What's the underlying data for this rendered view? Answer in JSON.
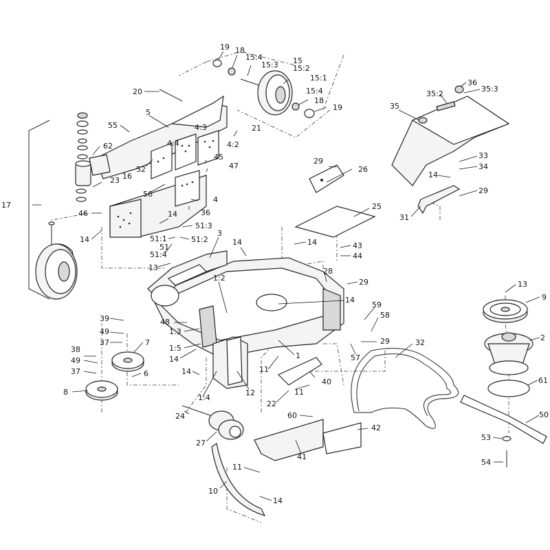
{
  "callouts": [
    {
      "id": "c19a",
      "text": "19"
    },
    {
      "id": "c18a",
      "text": "18"
    },
    {
      "id": "c15_4a",
      "text": "15:4"
    },
    {
      "id": "c15_3",
      "text": "15:3"
    },
    {
      "id": "c15",
      "text": "15"
    },
    {
      "id": "c15_2",
      "text": "15:2"
    },
    {
      "id": "c15_1",
      "text": "15:1"
    },
    {
      "id": "c15_4b",
      "text": "15:4"
    },
    {
      "id": "c18b",
      "text": "18"
    },
    {
      "id": "c19b",
      "text": "19"
    },
    {
      "id": "c20",
      "text": "20"
    },
    {
      "id": "c5",
      "text": "5"
    },
    {
      "id": "c55",
      "text": "55"
    },
    {
      "id": "c62",
      "text": "62"
    },
    {
      "id": "c4_4",
      "text": "4:4"
    },
    {
      "id": "c4_3",
      "text": "4:3"
    },
    {
      "id": "c4_2",
      "text": "4:2"
    },
    {
      "id": "c21",
      "text": "21"
    },
    {
      "id": "c52",
      "text": "52"
    },
    {
      "id": "c45",
      "text": "45"
    },
    {
      "id": "c47",
      "text": "47"
    },
    {
      "id": "c23",
      "text": "23"
    },
    {
      "id": "c16",
      "text": "16"
    },
    {
      "id": "c56",
      "text": "56"
    },
    {
      "id": "c4",
      "text": "4"
    },
    {
      "id": "c36a",
      "text": "36"
    },
    {
      "id": "c17",
      "text": "17"
    },
    {
      "id": "c46",
      "text": "46"
    },
    {
      "id": "c14a",
      "text": "14"
    },
    {
      "id": "c14b",
      "text": "14"
    },
    {
      "id": "c51_3",
      "text": "51:3"
    },
    {
      "id": "c51_1",
      "text": "51:1"
    },
    {
      "id": "c51_2",
      "text": "51:2"
    },
    {
      "id": "c51",
      "text": "51"
    },
    {
      "id": "c51_4",
      "text": "51:4"
    },
    {
      "id": "c3",
      "text": "3"
    },
    {
      "id": "c14c",
      "text": "14"
    },
    {
      "id": "c14d",
      "text": "14"
    },
    {
      "id": "c13a",
      "text": "13"
    },
    {
      "id": "c1_2",
      "text": "1:2"
    },
    {
      "id": "c29a",
      "text": "29"
    },
    {
      "id": "c26",
      "text": "26"
    },
    {
      "id": "c25",
      "text": "25"
    },
    {
      "id": "c43",
      "text": "43"
    },
    {
      "id": "c44",
      "text": "44"
    },
    {
      "id": "c28",
      "text": "28"
    },
    {
      "id": "c29b",
      "text": "29"
    },
    {
      "id": "c14e",
      "text": "14"
    },
    {
      "id": "c35",
      "text": "35"
    },
    {
      "id": "c35_2",
      "text": "35:2"
    },
    {
      "id": "c36b",
      "text": "36"
    },
    {
      "id": "c35_3",
      "text": "35:3"
    },
    {
      "id": "c33",
      "text": "33"
    },
    {
      "id": "c34",
      "text": "34"
    },
    {
      "id": "c14f",
      "text": "14"
    },
    {
      "id": "c29c",
      "text": "29"
    },
    {
      "id": "c31",
      "text": "31"
    },
    {
      "id": "c13b",
      "text": "13"
    },
    {
      "id": "c9",
      "text": "9"
    },
    {
      "id": "c2",
      "text": "2"
    },
    {
      "id": "c61",
      "text": "61"
    },
    {
      "id": "c50",
      "text": "50"
    },
    {
      "id": "c53",
      "text": "53"
    },
    {
      "id": "c54",
      "text": "54"
    },
    {
      "id": "c39",
      "text": "39"
    },
    {
      "id": "c49a",
      "text": "49"
    },
    {
      "id": "c37a",
      "text": "37"
    },
    {
      "id": "c7",
      "text": "7"
    },
    {
      "id": "c38",
      "text": "38"
    },
    {
      "id": "c49b",
      "text": "49"
    },
    {
      "id": "c37b",
      "text": "37"
    },
    {
      "id": "c6",
      "text": "6"
    },
    {
      "id": "c8",
      "text": "8"
    },
    {
      "id": "c48",
      "text": "48"
    },
    {
      "id": "c1_3",
      "text": "1:3"
    },
    {
      "id": "c1_5",
      "text": "1:5"
    },
    {
      "id": "c14g",
      "text": "14"
    },
    {
      "id": "c14h",
      "text": "14"
    },
    {
      "id": "c1_4",
      "text": "1:4"
    },
    {
      "id": "c24",
      "text": "24"
    },
    {
      "id": "c27",
      "text": "27"
    },
    {
      "id": "c1",
      "text": "1"
    },
    {
      "id": "c11a",
      "text": "11"
    },
    {
      "id": "c12",
      "text": "12"
    },
    {
      "id": "c40",
      "text": "40"
    },
    {
      "id": "c11b",
      "text": "11"
    },
    {
      "id": "c22",
      "text": "22"
    },
    {
      "id": "c59",
      "text": "59"
    },
    {
      "id": "c58",
      "text": "58"
    },
    {
      "id": "c29d",
      "text": "29"
    },
    {
      "id": "c57",
      "text": "57"
    },
    {
      "id": "c32",
      "text": "32"
    },
    {
      "id": "c60",
      "text": "60"
    },
    {
      "id": "c42",
      "text": "42"
    },
    {
      "id": "c41",
      "text": "41"
    },
    {
      "id": "c11c",
      "text": "11"
    },
    {
      "id": "c10",
      "text": "10"
    },
    {
      "id": "c14i",
      "text": "14"
    }
  ]
}
